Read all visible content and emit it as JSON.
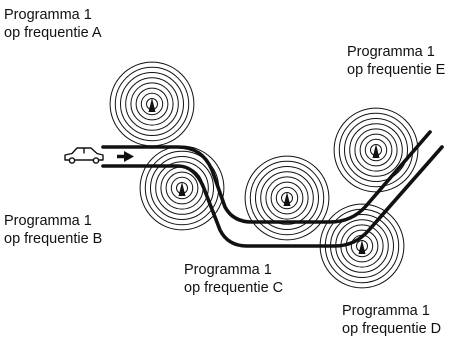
{
  "colors": {
    "line": "#111111",
    "background": "#ffffff"
  },
  "icons": {
    "vehicle": "car-icon",
    "direction": "arrow-right-icon",
    "transmitter": "antenna-icon"
  },
  "transmitters": [
    {
      "id": "A",
      "line1": "Programma 1",
      "line2": "op frequentie A"
    },
    {
      "id": "B",
      "line1": "Programma 1",
      "line2": "op frequentie B"
    },
    {
      "id": "C",
      "line1": "Programma 1",
      "line2": "op frequentie C"
    },
    {
      "id": "D",
      "line1": "Programma 1",
      "line2": "op frequentie D"
    },
    {
      "id": "E",
      "line1": "Programma 1",
      "line2": "op frequentie E"
    }
  ]
}
